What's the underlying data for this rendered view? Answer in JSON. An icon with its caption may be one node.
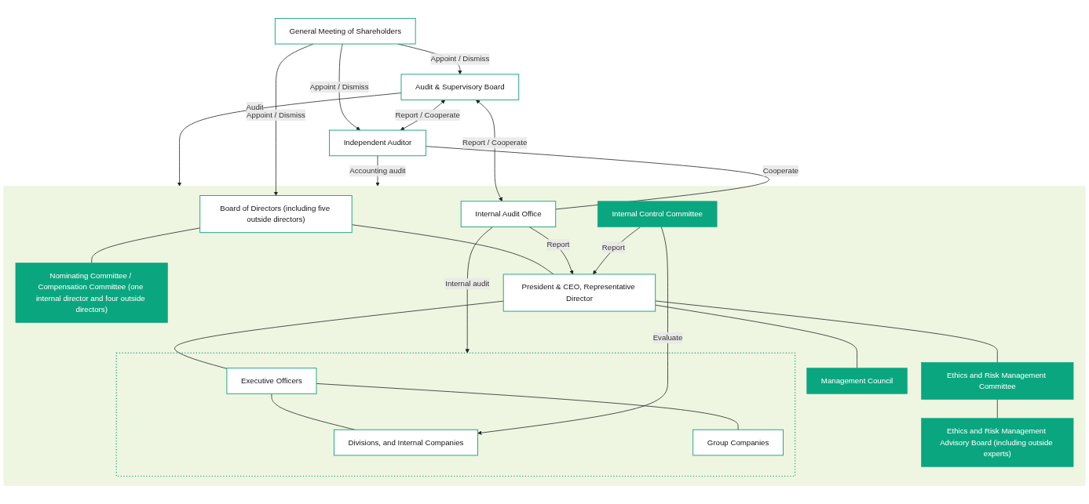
{
  "diagram": {
    "nodes": [
      {
        "text": [
          "General Meeting of Shareholders"
        ]
      },
      {
        "text": [
          "Audit & Supervisory Board"
        ]
      },
      {
        "text": [
          "Independent Auditor"
        ]
      },
      {
        "text": [],
        "shape": "box"
      },
      {
        "text": [
          "Board of Directors (including five outside directors)"
        ],
        "in": 3
      },
      {
        "text": [
          "Nominating Committee / Compensation Committee (one internal director and four outside directors)"
        ],
        "in": 3
      },
      {
        "text": [
          "President & CEO, Representative Director"
        ],
        "in": 3
      },
      {
        "text": [
          "Management Council"
        ],
        "in": 3
      },
      {
        "text": [
          "Ethics and Risk Management Committee"
        ],
        "in": 3
      },
      {
        "text": [
          "Ethics and Risk Management Advisory Board (including outside experts)"
        ],
        "in": 3
      },
      {
        "text": [
          "Internal Audit Office"
        ],
        "in": 3
      },
      {
        "text": [],
        "shape": "box",
        "in": 3
      },
      {
        "text": [
          "Executive Officers"
        ],
        "in": 11
      },
      {
        "text": [
          "Divisions, and Internal Companies"
        ],
        "in": 11
      },
      {
        "text": [
          "Group Companies"
        ],
        "in": 11
      },
      {
        "text": [
          "Internal Control Committee"
        ],
        "in": 3
      }
    ],
    "edges": [
      {
        "from": 0,
        "to": 2,
        "arrow": "to",
        "label": "Appoint / Dismiss"
      },
      {
        "from": 0,
        "to": 1,
        "arrow": "to",
        "label": "Appoint / Dismiss"
      },
      {
        "from": 0,
        "to": 4,
        "arrow": "to",
        "label": "Appoint / Dismiss"
      },
      {
        "from": 1,
        "to": 3,
        "arrow": "to",
        "label": "Audit"
      },
      {
        "from": 1,
        "to": 2,
        "arrow": "both",
        "label": "Report / Cooperate"
      },
      {
        "from": 1,
        "to": 10,
        "arrow": "both",
        "label": "Report / Cooperate"
      },
      {
        "from": 2,
        "to": 3,
        "arrow": "to",
        "label": "Accounting audit"
      },
      {
        "from": 2,
        "to": 10,
        "arrow": "none",
        "label": "Cooperate"
      },
      {
        "from": 4,
        "to": 5,
        "arrow": "none"
      },
      {
        "from": 4,
        "to": 6,
        "arrow": "none"
      },
      {
        "from": 6,
        "to": 7,
        "arrow": "none"
      },
      {
        "from": 6,
        "to": 8,
        "arrow": "none"
      },
      {
        "from": 8,
        "to": 9,
        "arrow": "none"
      },
      {
        "from": 6,
        "to": 12,
        "arrow": "none"
      },
      {
        "from": 10,
        "to": 6,
        "arrow": "to",
        "label": "Report"
      },
      {
        "from": 10,
        "to": 11,
        "arrow": "to",
        "label": "Internal audit"
      },
      {
        "from": 12,
        "to": 13,
        "arrow": "none"
      },
      {
        "from": 12,
        "to": 14,
        "arrow": "none"
      },
      {
        "from": 15,
        "to": 13,
        "arrow": "to",
        "label": "Evaluate"
      },
      {
        "from": 15,
        "to": 6,
        "arrow": "to",
        "label": "Report"
      }
    ]
  }
}
